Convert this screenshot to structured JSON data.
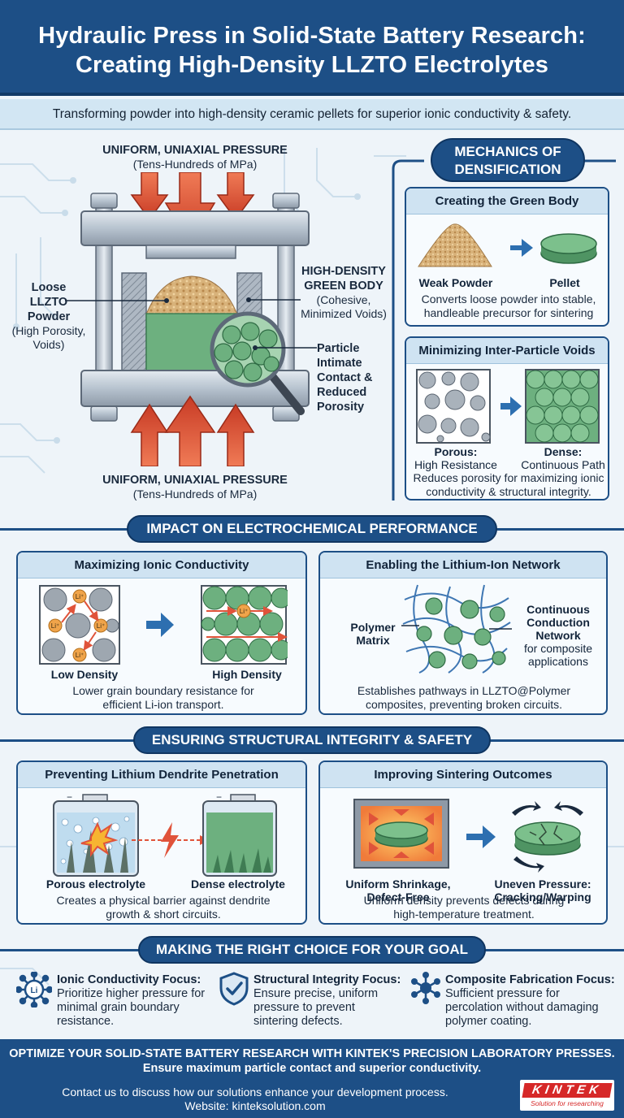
{
  "header": {
    "title_line1": "Hydraulic Press in Solid-State Battery Research:",
    "title_line2": "Creating High-Density LLZTO Electrolytes",
    "subtitle": "Transforming powder into high-density ceramic pellets for superior ionic conductivity & safety."
  },
  "press": {
    "top_pressure": "UNIFORM, UNIAXIAL PRESSURE",
    "top_pressure_sub": "(Tens-Hundreds of MPa)",
    "bottom_pressure": "UNIFORM, UNIAXIAL PRESSURE",
    "bottom_pressure_sub": "(Tens-Hundreds of MPa)",
    "loose_l1": "Loose",
    "loose_l2": "LLZTO",
    "loose_l3": "Powder",
    "loose_l4": "(High Porosity,",
    "loose_l5": "Voids)",
    "green_l1": "HIGH-DENSITY",
    "green_l2": "GREEN BODY",
    "green_l3": "(Cohesive,",
    "green_l4": "Minimized Voids)",
    "contact_l1": "Particle",
    "contact_l2": "Intimate",
    "contact_l3": "Contact &",
    "contact_l4": "Reduced",
    "contact_l5": "Porosity"
  },
  "mechanics": {
    "title_l1": "MECHANICS OF",
    "title_l2": "DENSIFICATION",
    "green_body": {
      "title": "Creating the Green Body",
      "left_label": "Weak Powder",
      "right_label": "Pellet",
      "desc_l1": "Converts loose powder into stable,",
      "desc_l2": "handleable precursor for sintering"
    },
    "voids": {
      "title": "Minimizing Inter-Particle Voids",
      "left_label": "Porous:",
      "left_sub": "High Resistance",
      "right_label": "Dense:",
      "right_sub": "Continuous Path",
      "desc_l1": "Reduces porosity for maximizing ionic",
      "desc_l2": "conductivity & structural integrity."
    }
  },
  "impact": {
    "banner": "IMPACT ON ELECTROCHEMICAL PERFORMANCE",
    "conductivity": {
      "title": "Maximizing Ionic Conductivity",
      "ion": "Li⁺",
      "left_label": "Low Density",
      "right_label": "High Density",
      "desc_l1": "Lower grain boundary resistance for",
      "desc_l2": "efficient Li-ion transport."
    },
    "network": {
      "title": "Enabling the Lithium-Ion Network",
      "polymer_l1": "Polymer",
      "polymer_l2": "Matrix",
      "net_l1": "Continuous",
      "net_l2": "Conduction",
      "net_l3": "Network",
      "net_l4": "for composite",
      "net_l5": "applications",
      "desc_l1": "Establishes pathways in LLZTO@Polymer",
      "desc_l2": "composites, preventing broken circuits."
    }
  },
  "safety": {
    "banner": "ENSURING STRUCTURAL INTEGRITY & SAFETY",
    "dendrite": {
      "title": "Preventing Lithium Dendrite Penetration",
      "left_label": "Porous electrolyte",
      "right_label": "Dense electrolyte",
      "minus": "−",
      "desc_l1": "Creates a physical barrier against dendrite",
      "desc_l2": "growth & short circuits."
    },
    "sintering": {
      "title": "Improving Sintering Outcomes",
      "left_l1": "Uniform Shrinkage,",
      "left_l2": "Defect-Free",
      "right_l1": "Uneven Pressure:",
      "right_l2": "Cracking/Warping",
      "desc_l1": "Uniform density prevents defects during",
      "desc_l2": "high-temperature treatment."
    }
  },
  "choice": {
    "banner": "MAKING THE RIGHT CHOICE FOR YOUR GOAL",
    "goals": [
      {
        "title": "Ionic Conductivity Focus:",
        "l1": "Prioritize higher pressure for",
        "l2": "minimal grain boundary",
        "l3": "resistance.",
        "icon_text": "Li"
      },
      {
        "title": "Structural Integrity Focus:",
        "l1": "Ensure precise, uniform",
        "l2": "pressure to prevent",
        "l3": "sintering defects."
      },
      {
        "title": "Composite Fabrication Focus:",
        "l1": "Sufficient pressure for",
        "l2": "percolation without damaging",
        "l3": "polymer coating."
      }
    ]
  },
  "footer": {
    "line1": "OPTIMIZE YOUR SOLID-STATE BATTERY RESEARCH WITH KINTEK'S PRECISION LABORATORY PRESSES.",
    "line2": "Ensure maximum particle contact and superior conductivity.",
    "contact": "Contact us to discuss how our solutions enhance your development process.",
    "website": "Website: kinteksolution.com",
    "logo_text": "KINTEK",
    "logo_tagline": "Solution for researching"
  },
  "colors": {
    "primary": "#1d4f86",
    "accent_red": "#e0533a",
    "green": "#6db07f",
    "powder": "#d8b27a"
  }
}
